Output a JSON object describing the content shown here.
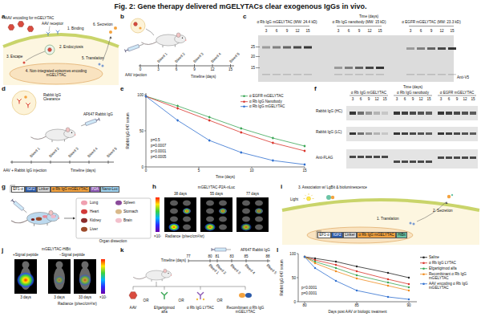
{
  "diagram": {
    "title": "Fig. 2: Gene therapy delivered mGELYTACs clear exogenous IgGs in vivo.",
    "nodes": [
      {
        "text": [
          "EF1-α"
        ]
      },
      {
        "text": [
          "IGF2"
        ]
      },
      {
        "text": [
          "Linker"
        ]
      },
      {
        "text": [
          "α Rb IgG mGELYTAC"
        ]
      },
      {
        "text": [
          "P2A"
        ]
      },
      {
        "text": [
          "Nano-Luc"
        ]
      },
      {
        "text": [
          "EF1-α"
        ]
      },
      {
        "text": [
          "IGF2"
        ]
      },
      {
        "text": [
          "Linker"
        ]
      },
      {
        "text": [
          "α Rb IgG mGELYTAC"
        ]
      },
      {
        "text": [
          "HiBit"
        ]
      }
    ],
    "labels": [
      "a",
      "AAV encoding for mGELYTAC",
      "AAV receptor",
      "1. Binding",
      "6. Secretion",
      "3. Escape",
      "2. Endocytosis",
      "5. Translation",
      "4. Non-integrated episomes encoding mGELYTAC",
      "b",
      "AAV injection",
      "Timeline (days)",
      "Bleed 1",
      "Bleed 2",
      "Bleed 3",
      "Bleed 4",
      "Bleed 5",
      "0",
      "3",
      "6",
      "9",
      "12",
      "15",
      "c",
      "Time (days)",
      "α Rb IgG mGELYTAC (MW: 24.4 kD)",
      "α Rb IgG nanobody (MW: 15 kD)",
      "α EGFR mGELYTAC (MW: 23.3 kD)",
      "3",
      "6",
      "9",
      "12",
      "15",
      "3",
      "6",
      "9",
      "12",
      "15",
      "3",
      "6",
      "9",
      "12",
      "15",
      "25",
      "20",
      "15",
      "Anti-V5",
      "d",
      "Rabbit IgG Clearance",
      "AF647 Rabbit IgG",
      "AAV + Rabbit IgG injection",
      "Timeline (days)",
      "Bleed 1",
      "Bleed 2",
      "Bleed 3",
      "Bleed 4",
      "Bleed 5",
      "e",
      "Rabbit IgG-647 serum",
      "Time (days)",
      "0",
      "5",
      "10",
      "15",
      "100",
      "50",
      "0",
      "p=0.5",
      "p=0.0007",
      "p<0.0001",
      "p=0.0005",
      "f",
      "Time (days)",
      "α Rb IgG mGELYTAC",
      "α Rb IgG nanobody",
      "α EGFR mGELYTAC",
      "3",
      "6",
      "9",
      "12",
      "15",
      "3",
      "6",
      "9",
      "12",
      "15",
      "3",
      "6",
      "9",
      "12",
      "15",
      "Rabbit IgG (HC)",
      "Rabbit IgG (LC)",
      "Anti-FLAG",
      "g",
      "Lung",
      "Heart",
      "Kidney",
      "Liver",
      "Spleen",
      "Stomach",
      "Brain",
      "Organ dissection",
      "h",
      "mGELYTAC-P2A-nLuc",
      "38 days",
      "55 days",
      "77 days",
      "×10⁷",
      "Radiance (p/sec/cm²/sr)",
      "i",
      "3. Association w/ LgBit & bioluminescence",
      "Light",
      "1. Translation",
      "2. Secretion",
      "j",
      "mGELYTAC-HiBit",
      "+Signal peptide",
      "−Signal peptide",
      "3 days",
      "3 days",
      "33 days",
      "×10⁷",
      "Radiance (p/sec/cm²/sr)",
      "k",
      "Timeline (days)",
      "77",
      "80",
      "81",
      "83",
      "85",
      "88",
      "Bleed 1",
      "Bleed 2",
      "Bleed 3",
      "Bleed 4",
      "Bleed 5",
      "AAV",
      "OR",
      "Efgartigimod alfa",
      "OR",
      "α Rb IgG LYTAC",
      "OR",
      "Recombinant α Rb IgG mGELYTAC",
      "AF647 Rabbit IgG",
      "l",
      "Rabbit IgG-647 serum",
      "Days post AAV or biologic treatment",
      "80",
      "85",
      "90",
      "100",
      "50",
      "0",
      "p<0.0001",
      "p=0.0001"
    ],
    "legend": [
      {
        "text": "α EGFR mGELYTAC"
      },
      {
        "text": "α Rb IgG Nanobody"
      },
      {
        "text": "α Rb IgG mGELYTAC"
      },
      {
        "text": "Saline"
      },
      {
        "text": "α Rb IgG LYTAC"
      },
      {
        "text": "Efgartigimod alfa"
      },
      {
        "text": "Recombinant α Rb IgG mGELYTAC"
      },
      {
        "text": "AAV encoding α Rb IgG mGELYTAC"
      }
    ]
  }
}
